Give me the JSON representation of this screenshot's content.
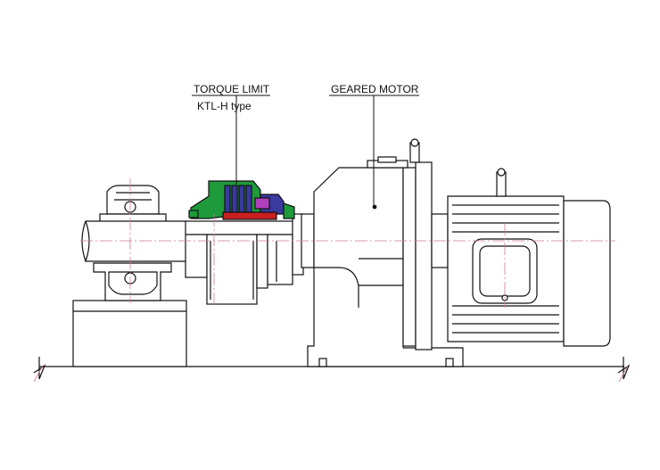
{
  "labels": {
    "torque_limit": "TORQUE LIMIT",
    "torque_limit_type": "KTL-H  type",
    "geared_motor": "GEARED MOTOR"
  },
  "colors": {
    "line": "#111111",
    "centerline": "#d07aa0",
    "limiter_green": "#1e9a3a",
    "limiter_blue": "#3a3aa0",
    "limiter_violet": "#b040c0",
    "limiter_red": "#c82020",
    "background": "#ffffff"
  }
}
